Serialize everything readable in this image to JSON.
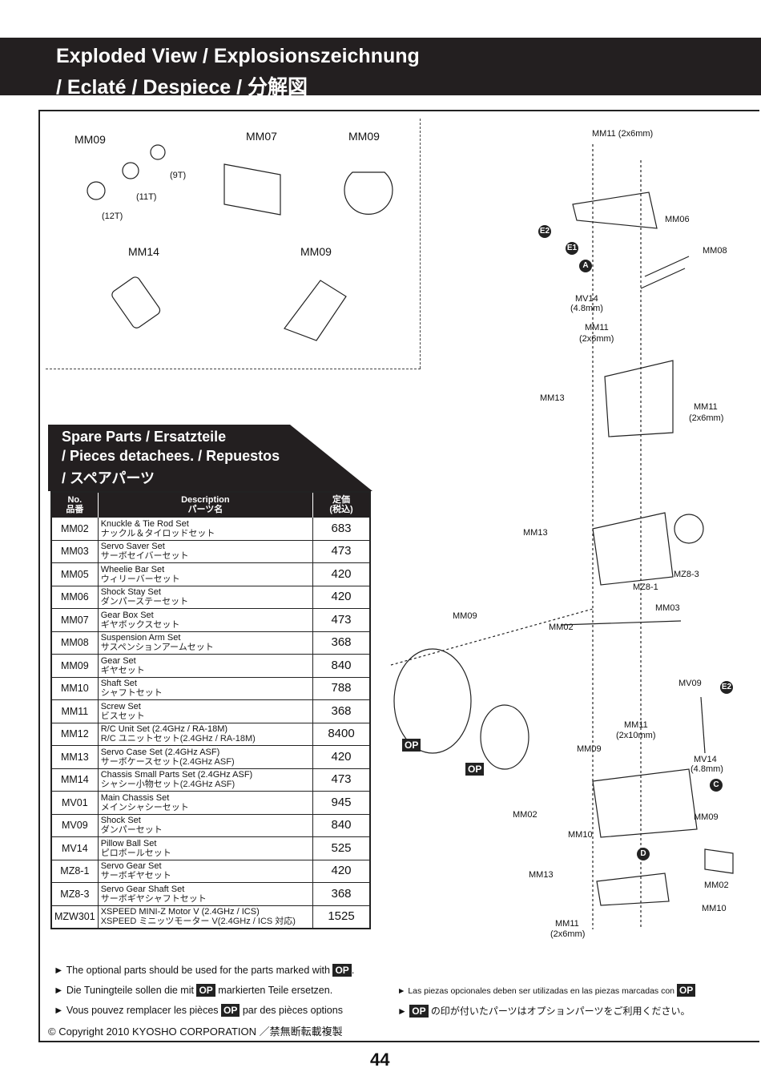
{
  "header": {
    "title_line1": "Exploded View / Explosionszeichnung",
    "title_line2": " / Eclaté / Despiece / 分解図"
  },
  "diagram": {
    "labels": [
      "MM09",
      "(9T)",
      "(11T)",
      "(12T)",
      "MM07",
      "MM09",
      "MM14",
      "MM09",
      "MM11 (2x6mm)",
      "MM06",
      "MM08",
      "MV14",
      "(4.8mm)",
      "MM11",
      "(2x6mm)",
      "MM13",
      "MM11",
      "(2x6mm)",
      "MM13",
      "MZ8-3",
      "MZ8-1",
      "MM03",
      "MM02",
      "MM09",
      "MV09",
      "MM11",
      "(2x10mm)",
      "MM09",
      "MV14",
      "(4.8mm)",
      "MM02",
      "MM09",
      "MM10",
      "MM13",
      "MM02",
      "MM10",
      "MM11",
      "(2x6mm)"
    ],
    "markers": [
      "E2",
      "E1",
      "A",
      "E2",
      "C",
      "D"
    ],
    "op_badges": [
      "OP",
      "OP"
    ]
  },
  "spare_parts": {
    "title_lines": [
      "Spare Parts / Ersatzteile",
      "/ Pieces detachees. / Repuestos",
      "/ スペアパーツ"
    ],
    "columns": {
      "no": [
        "No.",
        "品番"
      ],
      "description": [
        "Description",
        "パーツ名"
      ],
      "price": [
        "定価",
        "(税込)"
      ]
    },
    "rows": [
      {
        "no": "MM02",
        "en": "Knuckle & Tie Rod Set",
        "jp": "ナックル＆タイロッドセット",
        "price": "683"
      },
      {
        "no": "MM03",
        "en": "Servo Saver Set",
        "jp": "サーボセイバーセット",
        "price": "473"
      },
      {
        "no": "MM05",
        "en": "Wheelie Bar Set",
        "jp": "ウィリーバーセット",
        "price": "420"
      },
      {
        "no": "MM06",
        "en": "Shock Stay Set",
        "jp": "ダンパーステーセット",
        "price": "420"
      },
      {
        "no": "MM07",
        "en": "Gear Box Set",
        "jp": "ギヤボックスセット",
        "price": "473"
      },
      {
        "no": "MM08",
        "en": "Suspension Arm Set",
        "jp": "サスペンションアームセット",
        "price": "368"
      },
      {
        "no": "MM09",
        "en": "Gear Set",
        "jp": "ギヤセット",
        "price": "840"
      },
      {
        "no": "MM10",
        "en": "Shaft Set",
        "jp": "シャフトセット",
        "price": "788"
      },
      {
        "no": "MM11",
        "en": "Screw Set",
        "jp": "ビスセット",
        "price": "368"
      },
      {
        "no": "MM12",
        "en": "R/C Unit Set (2.4GHz / RA-18M)",
        "jp": "R/C ユニットセット(2.4GHz / RA-18M)",
        "price": "8400"
      },
      {
        "no": "MM13",
        "en": "Servo Case Set (2.4GHz ASF)",
        "jp": "サーボケースセット(2.4GHz ASF)",
        "price": "420"
      },
      {
        "no": "MM14",
        "en": "Chassis Small Parts Set (2.4GHz ASF)",
        "jp": "シャシー小物セット(2.4GHz ASF)",
        "price": "473"
      },
      {
        "no": "MV01",
        "en": "Main Chassis Set",
        "jp": "メインシャシーセット",
        "price": "945"
      },
      {
        "no": "MV09",
        "en": "Shock Set",
        "jp": "ダンパーセット",
        "price": "840"
      },
      {
        "no": "MV14",
        "en": "Pillow Ball Set",
        "jp": "ピロボールセット",
        "price": "525"
      },
      {
        "no": "MZ8-1",
        "en": "Servo Gear Set",
        "jp": "サーボギヤセット",
        "price": "420"
      },
      {
        "no": "MZ8-3",
        "en": "Servo Gear Shaft Set",
        "jp": "サーボギヤシャフトセット",
        "price": "368"
      },
      {
        "no": "MZW301",
        "en": "XSPEED MINI-Z Motor V (2.4GHz / ICS)",
        "jp": "XSPEED ミニッツモーター V(2.4GHz / ICS 対応)",
        "price": "1525"
      }
    ]
  },
  "notes": {
    "en_pre": "The optional parts should be used for the parts marked with",
    "en_post": ".",
    "de_pre": "Die Tuningteile sollen die mit",
    "de_post": "markierten Teile ersetzen.",
    "fr_pre": "Vous pouvez remplacer les pièces",
    "fr_post": "par des pièces options",
    "es_pre": "Las piezas opcionales deben ser utilizadas en las piezas marcadas con",
    "jp_post": "の印が付いたパーツはオプションパーツをご利用ください。",
    "op": "OP",
    "arrow": "►",
    "copyright": "© Copyright 2010 KYOSHO CORPORATION ／禁無断転載複製"
  },
  "page_number": "44"
}
